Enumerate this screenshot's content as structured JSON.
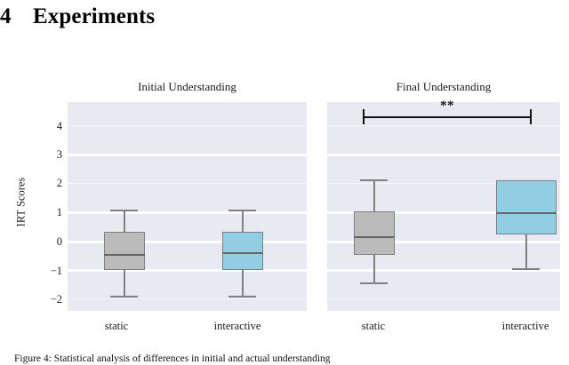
{
  "section": {
    "number": "4",
    "title": "Experiments"
  },
  "caption": {
    "text": "Figure 4:  Statistical analysis of differences in initial and  actual understanding"
  },
  "figure": {
    "y_axis_label": "IRT Scores",
    "y_ticks": [
      "4",
      "3",
      "2",
      "1",
      "0",
      "−1",
      "−2"
    ],
    "panels": [
      {
        "title": "Initial Understanding",
        "x_ticks": [
          "static",
          "interactive"
        ]
      },
      {
        "title": "Final Understanding",
        "x_ticks": [
          "static",
          "interactive"
        ]
      }
    ],
    "annotation": {
      "stars": "**"
    },
    "colors": {
      "panel_background": "#E8E9F1",
      "gridline": "#FFFFFF",
      "static_box_fill": "#BBBBBB",
      "interactive_box_fill": "#92CEE3",
      "box_edge": "#7F7F7F",
      "annotation": "#111111"
    }
  },
  "chart_data": {
    "type": "box",
    "title": "",
    "xlabel": "",
    "ylabel": "IRT Scores",
    "ylim": [
      -2.5,
      4.6
    ],
    "yticks": [
      4,
      3,
      2,
      1,
      0,
      -1,
      -2
    ],
    "grid": true,
    "legend": "none",
    "panels": [
      {
        "title": "Initial Understanding",
        "categories": [
          "static",
          "interactive"
        ],
        "boxes": [
          {
            "group": "static",
            "color": "#BBBBBB",
            "whisker_low": -1.95,
            "q1": -1.02,
            "median": -0.46,
            "q3": 0.31,
            "whisker_high": 1.05
          },
          {
            "group": "interactive",
            "color": "#92CEE3",
            "whisker_low": -1.95,
            "q1": -1.02,
            "median": -0.4,
            "q3": 0.31,
            "whisker_high": 1.05
          }
        ]
      },
      {
        "title": "Final Understanding",
        "categories": [
          "static",
          "interactive"
        ],
        "boxes": [
          {
            "group": "static",
            "color": "#BBBBBB",
            "whisker_low": -1.45,
            "q1": -0.47,
            "median": 0.19,
            "q3": 1.05,
            "whisker_high": 2.1
          },
          {
            "group": "interactive",
            "color": "#92CEE3",
            "whisker_low": -0.97,
            "q1": 0.25,
            "median": 1.02,
            "q3": 2.1,
            "whisker_high": 2.1
          }
        ],
        "annotations": [
          {
            "type": "significance-bracket",
            "label": "**",
            "from": "static",
            "to": "interactive",
            "y": 4.2
          }
        ]
      }
    ]
  }
}
